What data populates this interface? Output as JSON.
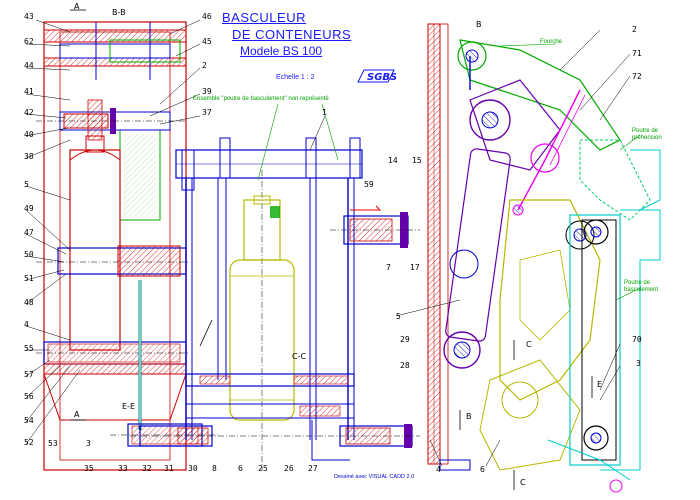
{
  "title": {
    "line1": "BASCULEUR",
    "line2": "DE CONTENEURS",
    "line3": "Modele BS 100"
  },
  "scale": "Echelle 1 : 2",
  "note_assembly": "Ensemble \"poutre de basculement\" non représenté",
  "logo_text": "SGBS",
  "drawn_with": "Dessiné avec VISUAL CADD 2.0",
  "section_labels": {
    "bb": "B-B",
    "cc": "C-C",
    "ee": "E-E",
    "a_top": "A",
    "a_bottom": "A",
    "b_right": "B",
    "c1": "C",
    "c2": "C",
    "e_right": "E",
    "b_bottom": "B"
  },
  "right_labels": {
    "fourche": "Fourche",
    "poutre_prehension": "Poutre de préhension",
    "poutre_basculement": "Poutre de basculement"
  },
  "callouts": {
    "n43": "43",
    "n46": "46",
    "n62": "62",
    "n45": "45",
    "n44": "44",
    "n2a": "2",
    "n41": "41",
    "n39": "39",
    "n42": "42",
    "n37": "37",
    "n40": "40",
    "n1": "1",
    "n38": "38",
    "n5a": "5",
    "n14": "14",
    "n15": "15",
    "n49": "49",
    "n59": "59",
    "n47": "47",
    "n50": "50",
    "n7": "7",
    "n17": "17",
    "n51": "51",
    "n48": "48",
    "n4a": "4",
    "n55": "55",
    "n29": "29",
    "n57": "57",
    "n28": "28",
    "n56": "56",
    "n54": "54",
    "n52": "52",
    "n53": "53",
    "n3a": "3",
    "n35": "35",
    "n33": "33",
    "n32": "32",
    "n31": "31",
    "n30": "30",
    "n6a": "6",
    "n25": "25",
    "n26": "26",
    "n27": "27",
    "n8": "8",
    "n2b": "2",
    "n71": "71",
    "n72": "72",
    "n5b": "5",
    "n70": "70",
    "n3b": "3",
    "n4b": "4",
    "n6b": "6"
  },
  "colors": {
    "frame": "#cc0000",
    "structure": "#0000dd",
    "cylinder": "#b8b800",
    "fork": "#00aa00",
    "arm": "#ee00ee",
    "tilt_beam": "#00cccc",
    "shaft": "#6600aa",
    "hatch": "#cc0000"
  }
}
